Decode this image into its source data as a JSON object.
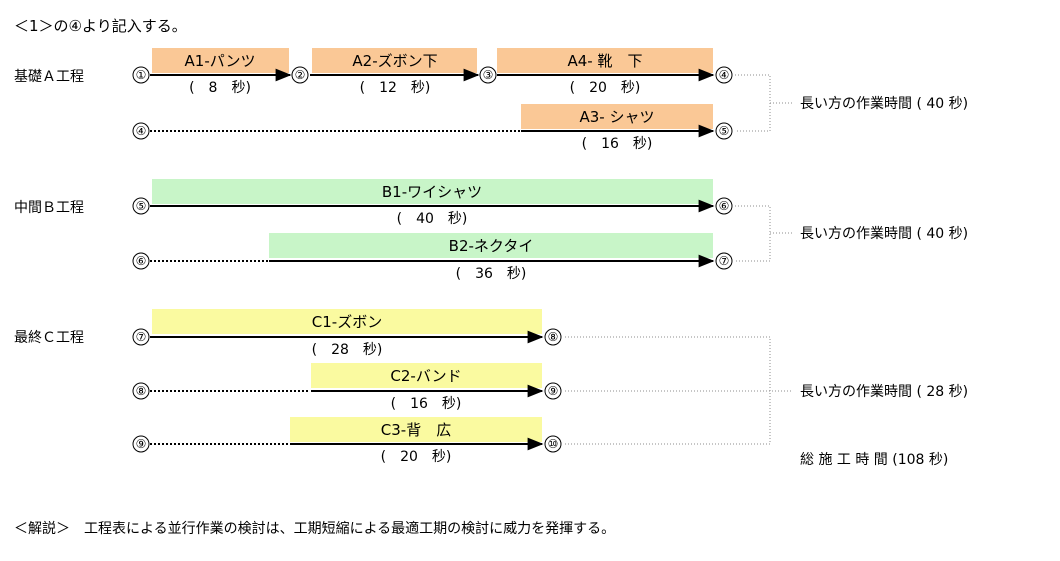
{
  "header": "＜1＞の④より記入する。",
  "footer": "＜解説＞　工程表による並行作業の検討は、工期短縮による最適工期の検討に威力を発揮する。",
  "total": "総 施 工 時 間 (108 秒)",
  "colors": {
    "A": "#fac896",
    "B": "#c8f5c8",
    "C": "#fafaa0",
    "dotted_side": "#8c8c8c"
  },
  "process_A": {
    "label": "基礎Ａ工程",
    "longest": "長い方の作業時間 ( 40 秒)",
    "tasks": [
      {
        "name": "A1-パンツ",
        "duration": "(　8　秒)",
        "from": "①",
        "to": "②"
      },
      {
        "name": "A2-ズボン下",
        "duration": "(　12　秒)",
        "from": "②",
        "to": "③"
      },
      {
        "name": "A4- 靴　下",
        "duration": "(　20　秒)",
        "from": "③",
        "to": "④"
      },
      {
        "name": "A3- シャツ",
        "duration": "(　16　秒)",
        "from": "④",
        "to": "⑤"
      }
    ]
  },
  "process_B": {
    "label": "中間Ｂ工程",
    "longest": "長い方の作業時間 ( 40 秒)",
    "tasks": [
      {
        "name": "B1-ワイシャツ",
        "duration": "(　40　秒)",
        "from": "⑤",
        "to": "⑥"
      },
      {
        "name": "B2-ネクタイ",
        "duration": "(　36　秒)",
        "from": "⑥",
        "to": "⑦"
      }
    ]
  },
  "process_C": {
    "label": "最終Ｃ工程",
    "longest": "長い方の作業時間 ( 28 秒)",
    "tasks": [
      {
        "name": "C1-ズボン",
        "duration": "(　28　秒)",
        "from": "⑦",
        "to": "⑧"
      },
      {
        "name": "C2-バンド",
        "duration": "(　16　秒)",
        "from": "⑧",
        "to": "⑨"
      },
      {
        "name": "C3-背　広",
        "duration": "(　20　秒)",
        "from": "⑨",
        "to": "⑩"
      }
    ]
  }
}
